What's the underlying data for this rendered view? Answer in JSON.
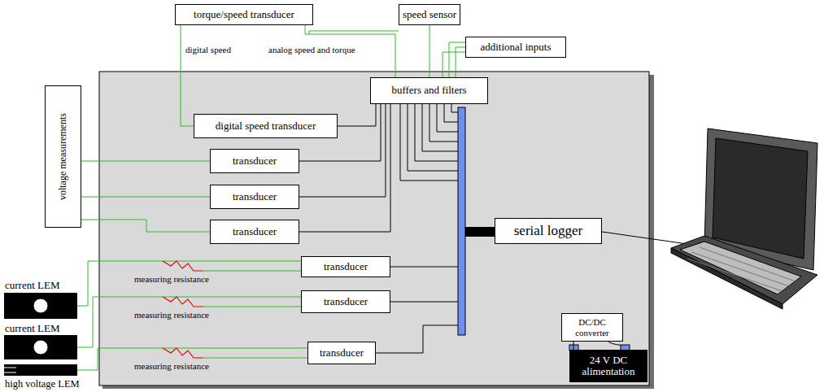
{
  "diagram": {
    "nodes": [
      {
        "text": [
          "torque/speed transducer"
        ]
      },
      {
        "text": [
          "speed sensor"
        ]
      },
      {
        "text": [
          "additional inputs"
        ]
      },
      {
        "text": [
          "buffers and filters"
        ]
      },
      {
        "text": [
          "digital speed transducer"
        ]
      },
      {
        "text": [
          "voltage measurements"
        ]
      },
      {
        "text": [
          "transducer"
        ]
      },
      {
        "text": [
          "transducer"
        ]
      },
      {
        "text": [
          "transducer"
        ]
      },
      {
        "text": [
          "transducer"
        ]
      },
      {
        "text": [
          "transducer"
        ]
      },
      {
        "text": [
          "transducer"
        ]
      },
      {
        "text": [
          "serial logger"
        ]
      },
      {
        "text": [
          "DC/DC converter"
        ]
      },
      {
        "text": [
          "24 V DC alimentation"
        ]
      }
    ],
    "edges": [
      {
        "from": 0,
        "to": 4,
        "arrow": "none"
      },
      {
        "from": 0,
        "to": 3,
        "arrow": "none"
      },
      {
        "from": 1,
        "to": 3,
        "arrow": "none"
      },
      {
        "from": 2,
        "to": 3,
        "arrow": "none"
      },
      {
        "from": 4,
        "to": 3,
        "arrow": "none"
      },
      {
        "from": 5,
        "to": 6,
        "arrow": "none"
      },
      {
        "from": 5,
        "to": 7,
        "arrow": "none"
      },
      {
        "from": 5,
        "to": 8,
        "arrow": "none"
      },
      {
        "from": 6,
        "to": 3,
        "arrow": "none"
      },
      {
        "from": 7,
        "to": 3,
        "arrow": "none"
      },
      {
        "from": 8,
        "to": 3,
        "arrow": "none"
      },
      {
        "from": 13,
        "to": 14,
        "arrow": "none"
      }
    ],
    "labels": [
      "digital speed",
      "analog speed and torque",
      "current LEM",
      "current LEM",
      "high voltage LEM",
      "measuring resistance",
      "measuring resistance",
      "measuring resistance"
    ]
  }
}
